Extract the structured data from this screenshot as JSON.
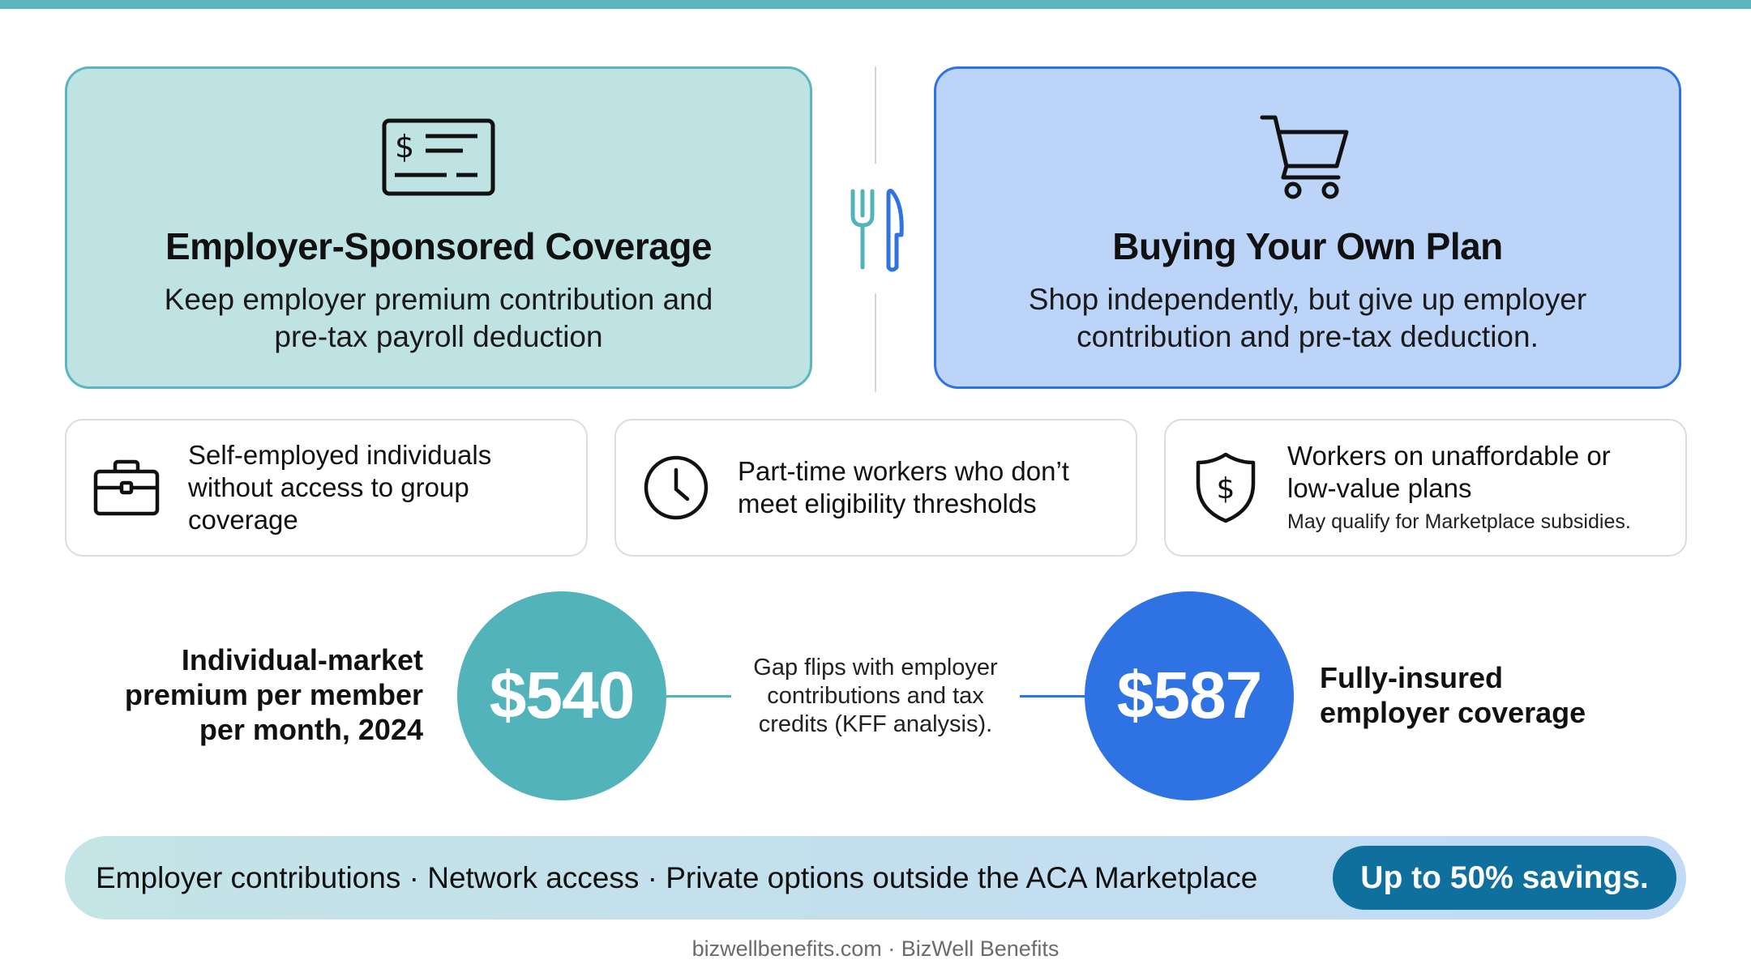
{
  "colors": {
    "teal_accent": "#5bb6be",
    "blue_accent": "#2f72e4",
    "pill_navy": "#0f6f9d"
  },
  "employer_card": {
    "icon": "check-dollar-icon",
    "title": "Employer-Sponsored Coverage",
    "description_line1": "Keep employer premium contribution and",
    "description_line2": "pre-tax payroll deduction"
  },
  "own_plan_card": {
    "icon": "shopping-cart-icon",
    "title": "Buying Your Own Plan",
    "description_line1": "Shop independently, but give up employer",
    "description_line2": "contribution and pre-tax deduction."
  },
  "divider": {
    "icon": "fork-knife-icon"
  },
  "audiences": [
    {
      "icon": "briefcase-icon",
      "title_lines": [
        "Self-employed individuals",
        "without access to group",
        "coverage"
      ]
    },
    {
      "icon": "clock-icon",
      "title_lines": [
        "Part-time workers who don’t",
        "meet eligibility thresholds"
      ]
    },
    {
      "icon": "shield-dollar-icon",
      "title_lines": [
        "Workers on unaffordable or",
        "low-value plans"
      ],
      "note": "May qualify for Marketplace subsidies."
    }
  ],
  "stats": {
    "left_label_lines": [
      "Individual-market",
      "premium per member",
      "per month, 2024"
    ],
    "left_value": "$540",
    "note_lines": [
      "Gap flips with employer",
      "contributions and tax",
      "credits (KFF analysis)."
    ],
    "right_value": "$587",
    "right_label_lines": [
      "Fully-insured",
      "employer coverage"
    ]
  },
  "banner": {
    "text": "Employer contributions · Network access · Private options outside the ACA Marketplace",
    "pill": "Up to 50% savings."
  },
  "footer": "bizwellbenefits.com · BizWell Benefits"
}
